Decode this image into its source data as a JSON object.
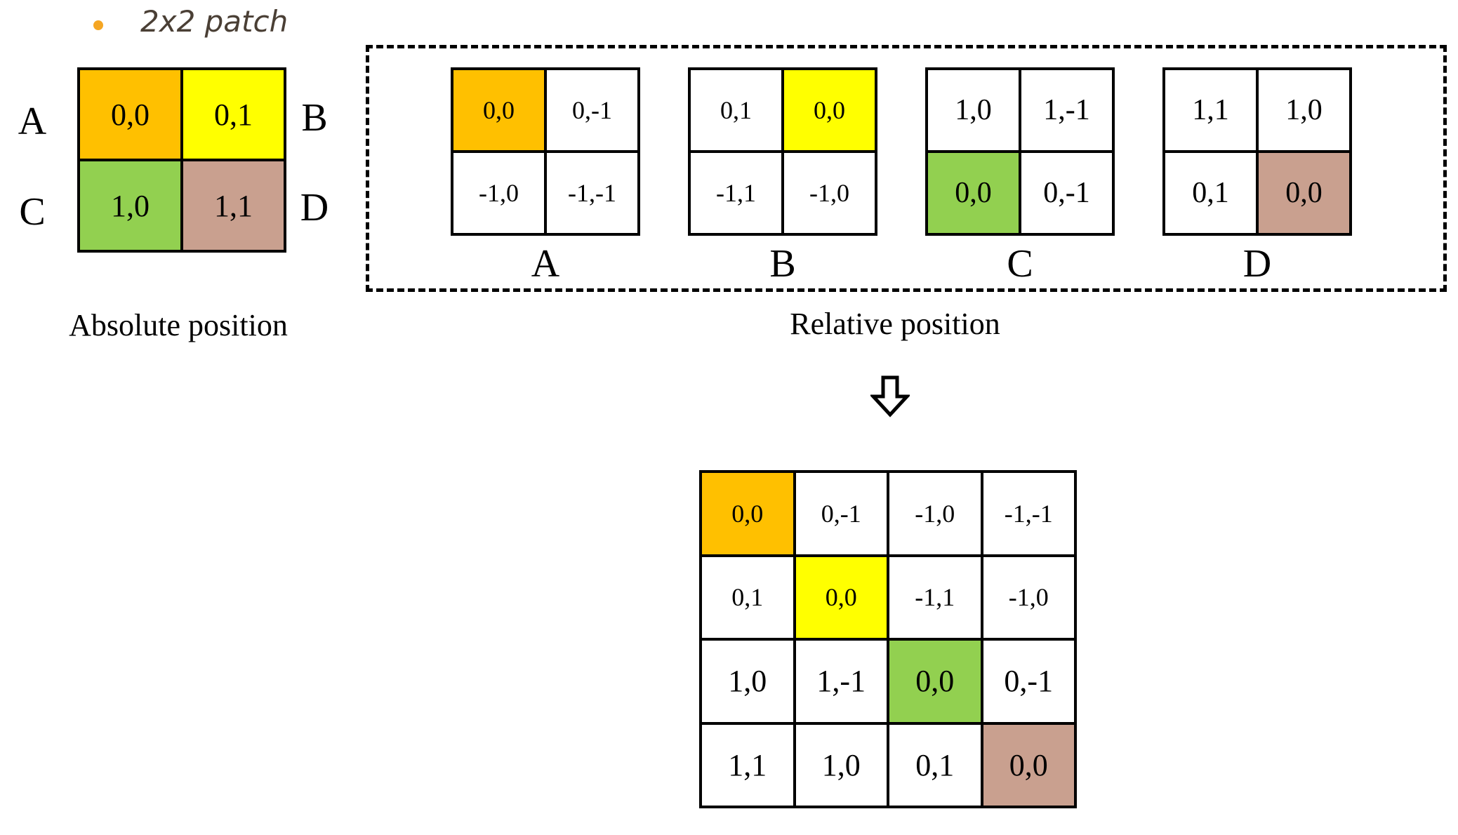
{
  "bullet": {
    "text": "2x2 patch",
    "dot_color": "#f5a623",
    "text_color": "#4a3f35"
  },
  "colors": {
    "A": "#ffc000",
    "B": "#ffff00",
    "C": "#92d050",
    "D": "#c9a08f",
    "plain": "#ffffff"
  },
  "absolute": {
    "caption": "Absolute position",
    "side_labels": {
      "A": "A",
      "B": "B",
      "C": "C",
      "D": "D"
    },
    "cells": [
      {
        "text": "0,0",
        "color": "A"
      },
      {
        "text": "0,1",
        "color": "B"
      },
      {
        "text": "1,0",
        "color": "C"
      },
      {
        "text": "1,1",
        "color": "D"
      }
    ]
  },
  "relative": {
    "caption": "Relative position",
    "grids": [
      {
        "label": "A",
        "cells": [
          {
            "text": "0,0",
            "color": "A"
          },
          {
            "text": "0,-1",
            "color": "plain"
          },
          {
            "text": "-1,0",
            "color": "plain"
          },
          {
            "text": "-1,-1",
            "color": "plain"
          }
        ]
      },
      {
        "label": "B",
        "cells": [
          {
            "text": "0,1",
            "color": "plain"
          },
          {
            "text": "0,0",
            "color": "B"
          },
          {
            "text": "-1,1",
            "color": "plain"
          },
          {
            "text": "-1,0",
            "color": "plain"
          }
        ]
      },
      {
        "label": "C",
        "cells": [
          {
            "text": "1,0",
            "color": "plain"
          },
          {
            "text": "1,-1",
            "color": "plain"
          },
          {
            "text": "0,0",
            "color": "C"
          },
          {
            "text": "0,-1",
            "color": "plain"
          }
        ]
      },
      {
        "label": "D",
        "cells": [
          {
            "text": "1,1",
            "color": "plain"
          },
          {
            "text": "1,0",
            "color": "plain"
          },
          {
            "text": "0,1",
            "color": "plain"
          },
          {
            "text": "0,0",
            "color": "D"
          }
        ]
      }
    ]
  },
  "arrow": {
    "icon": "hollow-down-arrow-icon"
  },
  "combined": {
    "rows": [
      [
        {
          "text": "0,0",
          "color": "A"
        },
        {
          "text": "0,-1",
          "color": "plain"
        },
        {
          "text": "-1,0",
          "color": "plain"
        },
        {
          "text": "-1,-1",
          "color": "plain"
        }
      ],
      [
        {
          "text": "0,1",
          "color": "plain"
        },
        {
          "text": "0,0",
          "color": "B"
        },
        {
          "text": "-1,1",
          "color": "plain"
        },
        {
          "text": "-1,0",
          "color": "plain"
        }
      ],
      [
        {
          "text": "1,0",
          "color": "plain"
        },
        {
          "text": "1,-1",
          "color": "plain"
        },
        {
          "text": "0,0",
          "color": "C"
        },
        {
          "text": "0,-1",
          "color": "plain"
        }
      ],
      [
        {
          "text": "1,1",
          "color": "plain"
        },
        {
          "text": "1,0",
          "color": "plain"
        },
        {
          "text": "0,1",
          "color": "plain"
        },
        {
          "text": "0,0",
          "color": "D"
        }
      ]
    ]
  }
}
